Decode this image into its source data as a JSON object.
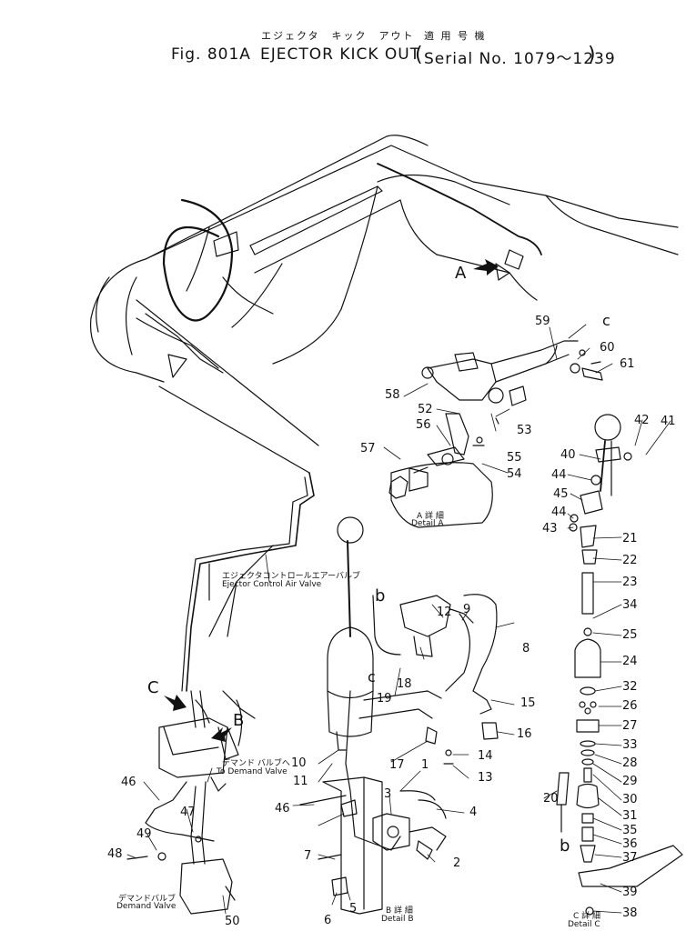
{
  "header": {
    "title_jp": "エジェクタ　キック　アウト",
    "fig": "Fig. 801A",
    "title_en": "EJECTOR KICK OUT",
    "serial_jp": "適 用 号 機",
    "serial_en": "Serial No. 1079～1239"
  },
  "annotations": {
    "ejector_valve_jp": "エジェクタコントロールエアーバルブ",
    "ejector_valve_en": "Ejector Control Air Valve",
    "to_demand_jp": "デマンド バルブへ",
    "to_demand_en": "To Demand Valve",
    "demand_jp": "デマンドバルブ",
    "demand_en": "Demand Valve",
    "detail_a_jp": "A 詳 細",
    "detail_a_en": "Detail A",
    "detail_b_jp": "B 詳 細",
    "detail_b_en": "Detail B",
    "detail_c_jp": "C 詳 細",
    "detail_c_en": "Detail C"
  },
  "letters": {
    "A": "A",
    "B": "B",
    "C": "C",
    "b": "b",
    "c": "c"
  },
  "parts": [
    "1",
    "2",
    "3",
    "4",
    "5",
    "6",
    "7",
    "8",
    "9",
    "10",
    "11",
    "12",
    "13",
    "14",
    "15",
    "16",
    "17",
    "18",
    "19",
    "20",
    "21",
    "22",
    "23",
    "24",
    "25",
    "26",
    "27",
    "28",
    "29",
    "30",
    "31",
    "32",
    "33",
    "34",
    "35",
    "36",
    "37",
    "38",
    "39",
    "40",
    "41",
    "42",
    "43",
    "44",
    "45",
    "46",
    "47",
    "48",
    "49",
    "50",
    "52",
    "53",
    "54",
    "55",
    "56",
    "57",
    "58",
    "59",
    "60",
    "61"
  ]
}
